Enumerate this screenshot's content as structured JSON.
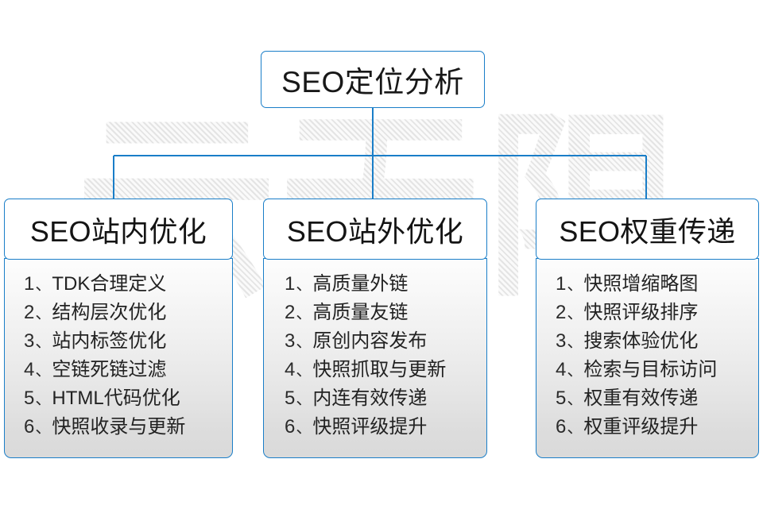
{
  "diagram": {
    "root": {
      "label": "SEO定位分析"
    },
    "watermark": {
      "text": "云无限"
    },
    "colors": {
      "border": "#1a7ec8",
      "connector": "#1a7ec8",
      "text": "#1a1a1a",
      "body_gradient_top": "#fdfdfd",
      "body_gradient_bottom": "#dadada",
      "watermark": "#e4e4e4"
    },
    "columns": [
      {
        "title": "SEO站内优化",
        "items": [
          {
            "num": "1",
            "sep": "、",
            "text": "TDK合理定义"
          },
          {
            "num": "2",
            "sep": "、",
            "text": "结构层次优化"
          },
          {
            "num": "3",
            "sep": "、",
            "text": "站内标签优化"
          },
          {
            "num": "4",
            "sep": "、",
            "text": "空链死链过滤"
          },
          {
            "num": "5",
            "sep": "、",
            "text": "HTML代码优化"
          },
          {
            "num": "6",
            "sep": "、",
            "text": "快照收录与更新"
          }
        ]
      },
      {
        "title": "SEO站外优化",
        "items": [
          {
            "num": "1",
            "sep": "、",
            "text": "高质量外链"
          },
          {
            "num": "2",
            "sep": "、",
            "text": "高质量友链"
          },
          {
            "num": "3",
            "sep": "、",
            "text": "原创内容发布"
          },
          {
            "num": "4",
            "sep": "、",
            "text": "快照抓取与更新"
          },
          {
            "num": "5",
            "sep": "、",
            "text": "内连有效传递"
          },
          {
            "num": "6",
            "sep": "、",
            "text": "快照评级提升"
          }
        ]
      },
      {
        "title": "SEO权重传递",
        "items": [
          {
            "num": "1",
            "sep": "、",
            "text": "快照增缩略图"
          },
          {
            "num": "2",
            "sep": "、",
            "text": "快照评级排序"
          },
          {
            "num": "3",
            "sep": "、",
            "text": "搜索体验优化"
          },
          {
            "num": "4",
            "sep": "、",
            "text": "检索与目标访问"
          },
          {
            "num": "5",
            "sep": "、",
            "text": "权重有效传递"
          },
          {
            "num": "6",
            "sep": "、",
            "text": "权重评级提升"
          }
        ]
      }
    ]
  }
}
